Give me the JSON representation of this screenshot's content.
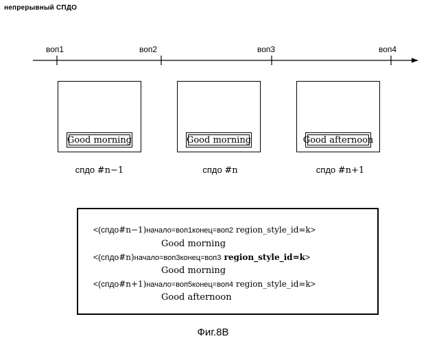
{
  "heading": "непрерывный СПДО",
  "timeline": {
    "marks": [
      {
        "label": "воп1"
      },
      {
        "label": "воп2"
      },
      {
        "label": "воп3"
      },
      {
        "label": "воп4"
      }
    ]
  },
  "frames": [
    {
      "caption": "Good morning",
      "label_prefix": "спдо ",
      "label_num": "#n−1"
    },
    {
      "caption": "Good morning",
      "label_prefix": "спдо ",
      "label_num": "#n"
    },
    {
      "caption": "Good afternoon",
      "label_prefix": "спдо ",
      "label_num": "#n+1"
    }
  ],
  "code": {
    "lines": [
      {
        "open": "<(спдо",
        "num": "#n−1)",
        "start_kw": "начало=воп1",
        "end_kw": "конец=воп2",
        "attr": " region_style_id=k",
        "close": ">",
        "text": "Good morning",
        "bold": false
      },
      {
        "open": "<(спдо",
        "num": "#n)",
        "start_kw": "начало=воп3",
        "end_kw": "конец=воп3",
        "attr": " region_style_id=k",
        "close": ">",
        "text": "Good morning",
        "bold": true
      },
      {
        "open": "<(спдо",
        "num": "#n+1)",
        "start_kw": "начало=воп5",
        "end_kw": "конец=воп4",
        "attr": " region_style_id=k",
        "close": ">",
        "text": "Good afternoon",
        "bold": false
      }
    ]
  },
  "figure_caption": "Фиг.8B"
}
